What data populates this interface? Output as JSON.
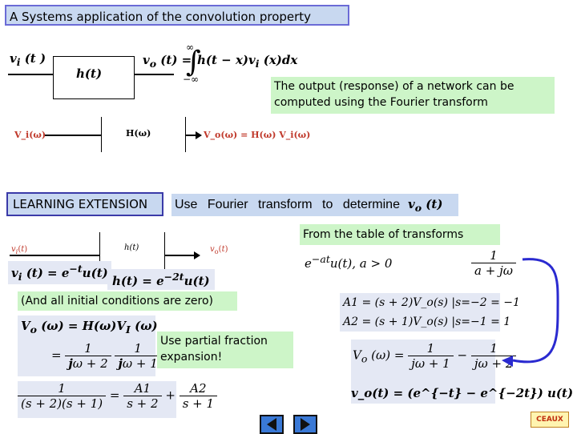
{
  "title": "A Systems application of the convolution property",
  "diagram1": {
    "input_label": "v_i(t)",
    "block_label": "h(t)",
    "output_eq": "v_o(t) = ∫ h(t − x) v_i(x) dx",
    "upper_limit": "∞",
    "lower_limit": "−∞"
  },
  "note_output": "The output (response) of a network can be computed using the Fourier transform",
  "diagram2": {
    "input_label": "V_i(ω)",
    "block_label": "H(ω)",
    "output_label": "V_o(ω) = H(ω) V_i(ω)"
  },
  "learning_extension": "LEARNING EXTENSION",
  "task": {
    "text": "Use Fourier transform to determine",
    "target": "v_o(t)"
  },
  "table_note": "From the table of transforms",
  "transform_pair": {
    "time": "e^{−at}u(t), a > 0",
    "freq_num": "1",
    "freq_den": "a + jω"
  },
  "diagram3": {
    "input_label": "v_i(t)",
    "block_label": "h(t)",
    "output_label": "v_o(t)"
  },
  "vi_eq": "v_i(t) = e^{−t} u(t)",
  "ht_eq": "h(t) = e^{−2t} u(t)",
  "initial_conditions": "(And all initial conditions are zero)",
  "vo_omega": {
    "line1": "V_o(ω) = H(ω)V_i(ω)",
    "num": "1",
    "den1": "jω + 2",
    "den2": "jω + 1"
  },
  "partial_fraction_note": "Use partial fraction expansion!",
  "pf_expansion": {
    "lhs_num": "1",
    "lhs_den": "(s + 2)(s + 1)",
    "a1": "A1",
    "a1_den": "s + 2",
    "a2": "A2",
    "a2_den": "s + 1"
  },
  "residues": {
    "a1": "A1 = (s + 2)V_o(s) |s=−2 = −1",
    "a2": "A2 = (s + 1)V_o(s) |s=−1 = 1"
  },
  "vo_result": {
    "num": "1",
    "den1": "jω + 1",
    "den2": "jω + 2",
    "time_domain": "v_o(t) = (e^{−t} − e^{−2t}) u(t)"
  },
  "nav": {
    "prev_icon": "left-arrow-icon",
    "next_icon": "right-arrow-icon"
  },
  "logo_text": "CEAUX",
  "colors": {
    "green": "#cdf5c8",
    "title_bg": "#c8d8f0",
    "accent_border": "#6b6bd6",
    "connector": "#2a2ad0",
    "nav_button": "#3a79d6"
  }
}
